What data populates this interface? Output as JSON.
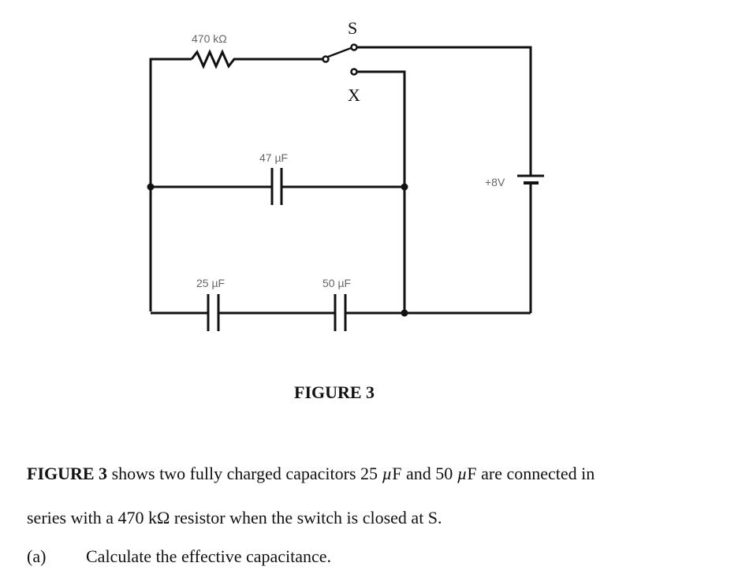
{
  "figure": {
    "caption": "FIGURE 3",
    "components": {
      "resistor": {
        "label": "470 kΩ"
      },
      "switch_terminal_s": {
        "label": "S"
      },
      "switch_terminal_x": {
        "label": "X"
      },
      "capacitor_47": {
        "label": "47 µF"
      },
      "capacitor_25": {
        "label": "25 µF"
      },
      "capacitor_50": {
        "label": "50 µF"
      },
      "battery": {
        "label": "+8V"
      }
    }
  },
  "text": {
    "line1": {
      "bold_lead": "FIGURE 3",
      "part1": " shows two fully charged capacitors  25 ",
      "mu1": "µ",
      "part2": "F and 50 ",
      "mu2": "µ",
      "part3": "F  are connected in"
    },
    "line2": "series with a  470 kΩ  resistor when the switch is closed at S.",
    "question": {
      "number": "(a)",
      "text": "Calculate the effective capacitance."
    }
  }
}
